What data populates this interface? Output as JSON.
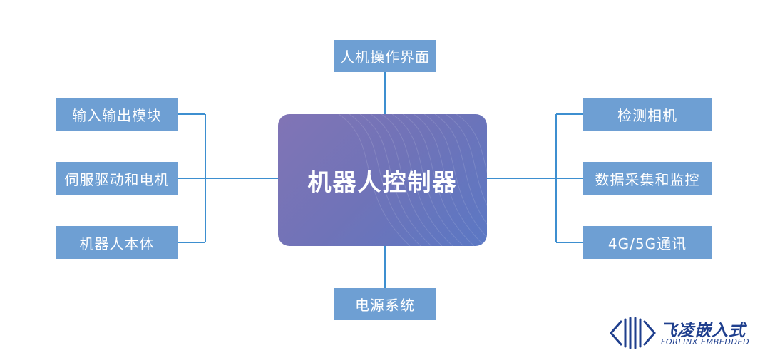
{
  "center": {
    "label": "机器人控制器"
  },
  "top": {
    "label": "人机操作界面"
  },
  "bottom": {
    "label": "电源系统"
  },
  "left": [
    {
      "label": "输入输出模块"
    },
    {
      "label": "伺服驱动和电机"
    },
    {
      "label": "机器人本体"
    }
  ],
  "right": [
    {
      "label": "检测相机"
    },
    {
      "label": "数据采集和监控"
    },
    {
      "label": "4G/5G通讯"
    }
  ],
  "logo": {
    "cn": "飞凌嵌入式",
    "en": "FORLINX EMBEDDED"
  },
  "colors": {
    "box": "#6e9fd3",
    "line": "#3d8fd0",
    "center_start": "#8174b5",
    "center_end": "#5b78c4",
    "logo": "#1f3f8e"
  }
}
